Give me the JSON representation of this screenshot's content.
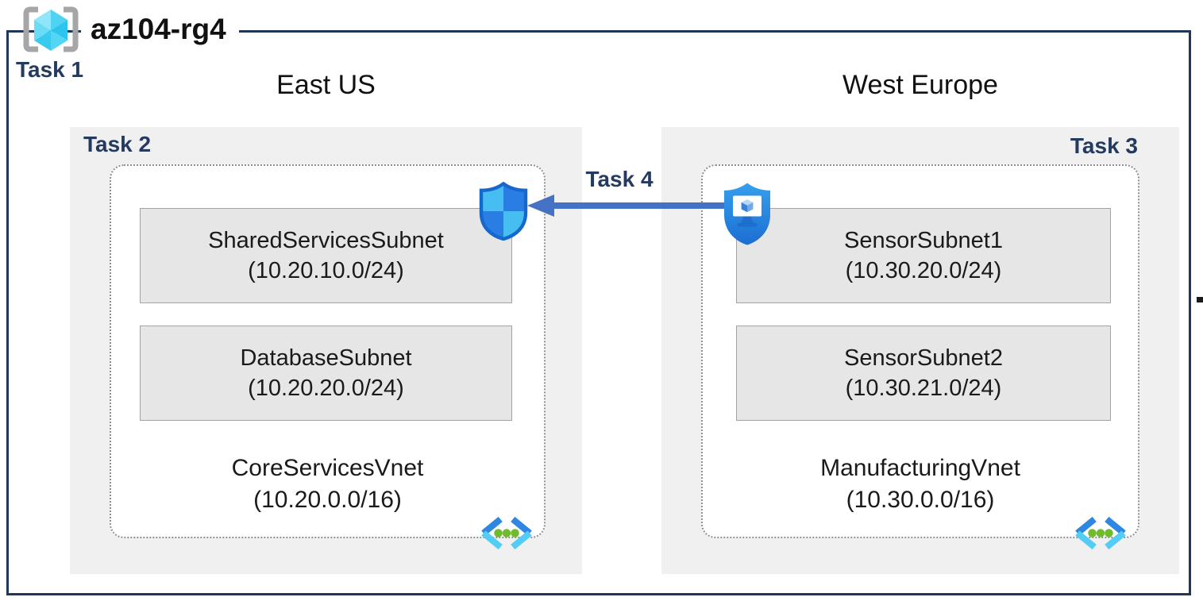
{
  "diagram": {
    "resource_group": {
      "name": "az104-rg4",
      "task": "Task 1",
      "icon": "resource-group-icon"
    },
    "regions": [
      {
        "name": "East US",
        "task": "Task 2",
        "badge_icon": "network-security-group-shield-icon",
        "vnet": {
          "name": "CoreServicesVnet",
          "cidr": "(10.20.0.0/16)",
          "icon": "virtual-network-icon",
          "subnets": [
            {
              "name": "SharedServicesSubnet",
              "cidr": "(10.20.10.0/24)"
            },
            {
              "name": "DatabaseSubnet",
              "cidr": "(10.20.20.0/24)"
            }
          ]
        }
      },
      {
        "name": "West Europe",
        "task": "Task 3",
        "badge_icon": "bastion-shield-icon",
        "vnet": {
          "name": "ManufacturingVnet",
          "cidr": "(10.30.0.0/16)",
          "icon": "virtual-network-icon",
          "subnets": [
            {
              "name": "SensorSubnet1",
              "cidr": "(10.30.20.0/24)"
            },
            {
              "name": "SensorSubnet2",
              "cidr": "(10.30.21.0/24)"
            }
          ]
        }
      }
    ],
    "peering_arrow": {
      "task": "Task 4",
      "direction": "west-to-east"
    },
    "colors": {
      "frame_border": "#1f3758",
      "task_text": "#243a5e",
      "region_bg": "#f0f0f0",
      "subnet_bg": "#e6e6e6",
      "arrow": "#4472c4",
      "icon_blue": "#2e87e0",
      "icon_cyan": "#53cdf5",
      "icon_green": "#6fbb2d"
    }
  }
}
